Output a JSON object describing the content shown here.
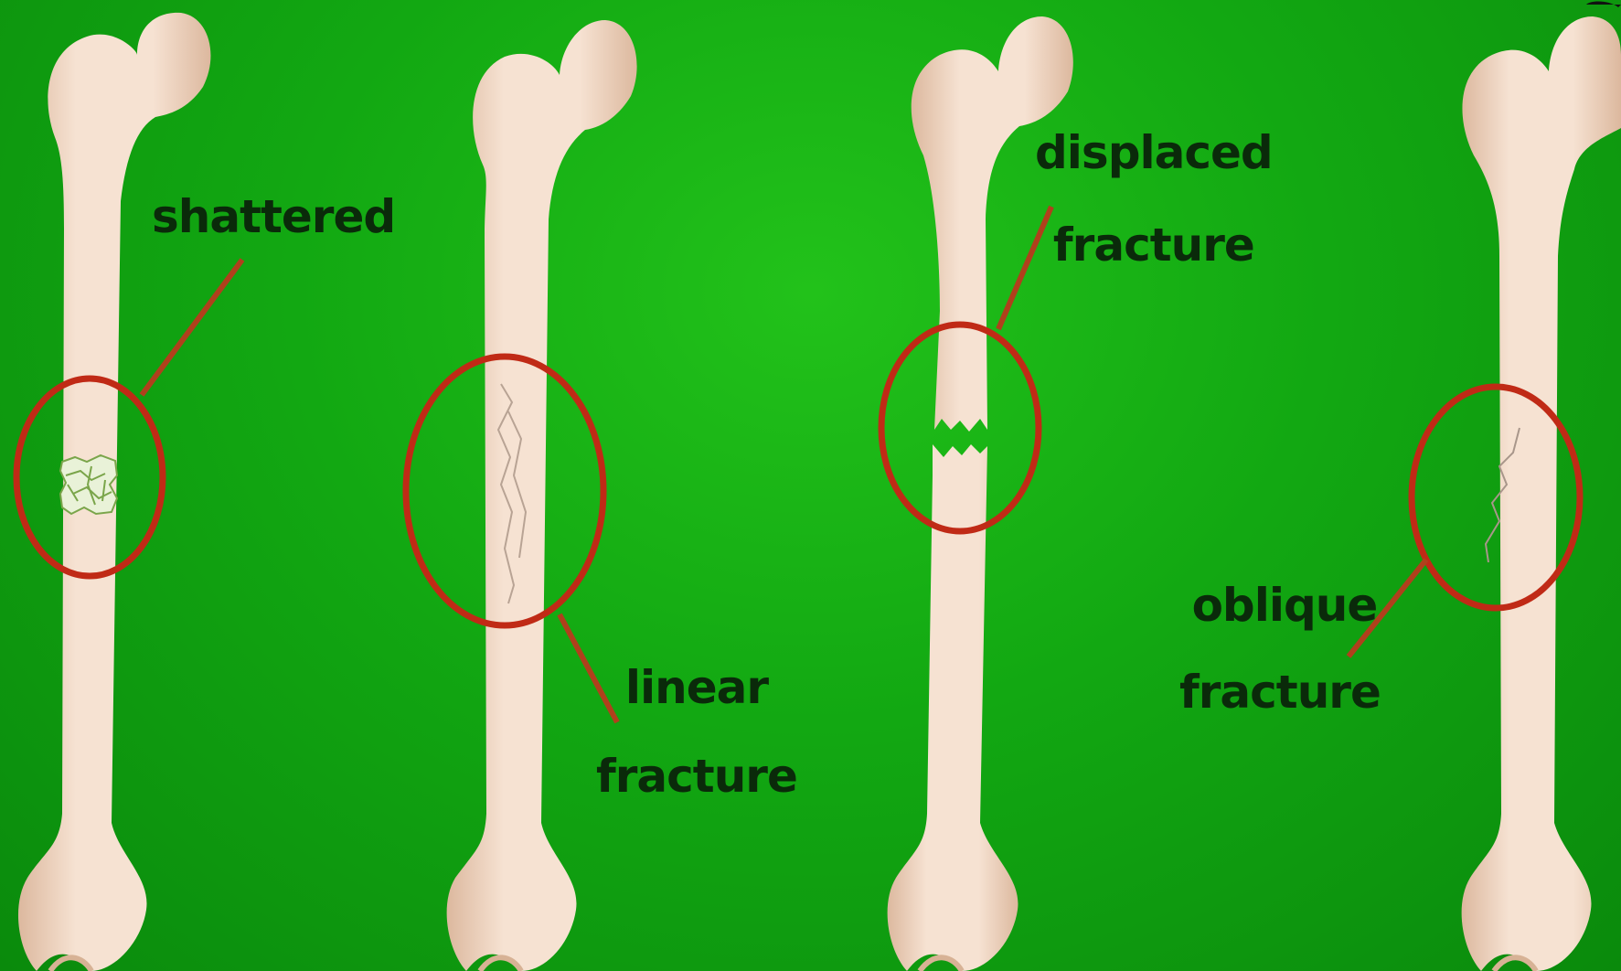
{
  "labels": {
    "shattered": "shattered",
    "linear": [
      "linear",
      "fracture"
    ],
    "displaced": [
      "displaced",
      "fracture"
    ],
    "oblique": [
      "oblique",
      "fracture"
    ]
  },
  "colors": {
    "background": "#12a812",
    "bone": "#f3d9c6",
    "bone_shadow": "#dcb89e",
    "circle": "#c02a16",
    "pointer": "#b0401c",
    "text": "#0a2a0a"
  },
  "bones": [
    {
      "name": "shattered-bone",
      "fracture": "shattered"
    },
    {
      "name": "linear-fracture-bone",
      "fracture": "linear"
    },
    {
      "name": "displaced-fracture-bone",
      "fracture": "displaced"
    },
    {
      "name": "oblique-fracture-bone",
      "fracture": "oblique"
    }
  ]
}
